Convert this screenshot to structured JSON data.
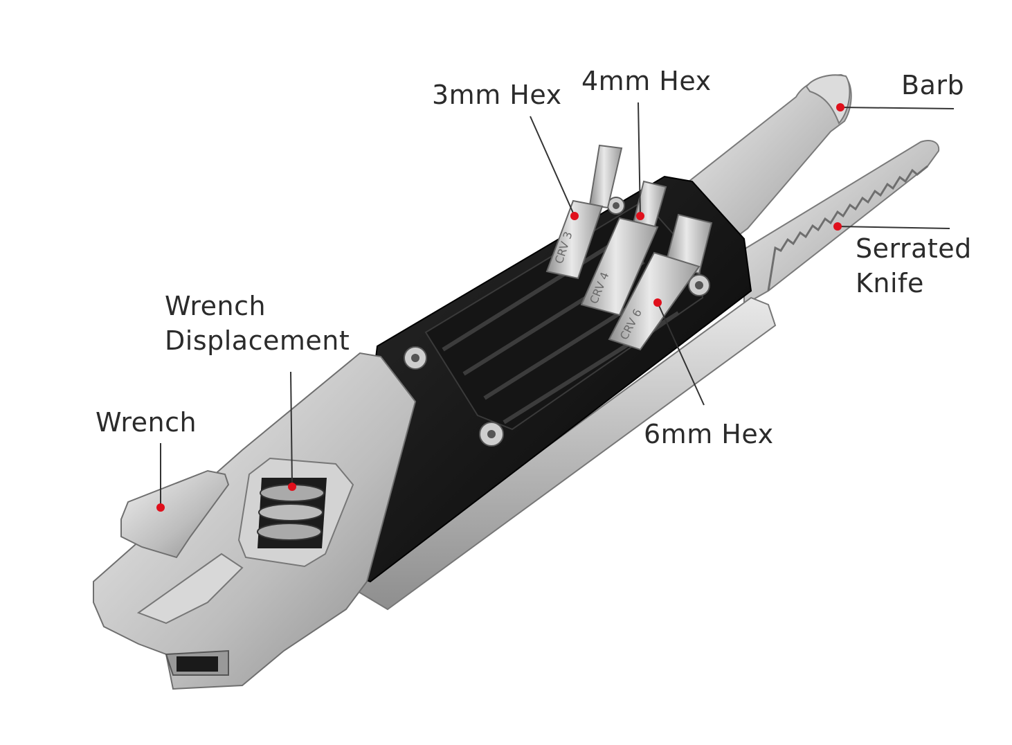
{
  "labels": {
    "hex3": "3mm Hex",
    "hex4": "4mm Hex",
    "barb": "Barb",
    "serrated_line1": "Serrated",
    "serrated_line2": "Knife",
    "wrench_disp_line1": "Wrench",
    "wrench_disp_line2": "Displacement",
    "wrench": "Wrench",
    "hex6": "6mm Hex"
  },
  "bit_markings": {
    "bit3": "CRV 3",
    "bit4": "CRV 4",
    "bit6": "CRV 6"
  },
  "colors": {
    "marker": "#e0101c",
    "leader": "#333333",
    "text": "#2b2b2b",
    "steel": "#c9c9c9",
    "black_body": "#111111"
  }
}
